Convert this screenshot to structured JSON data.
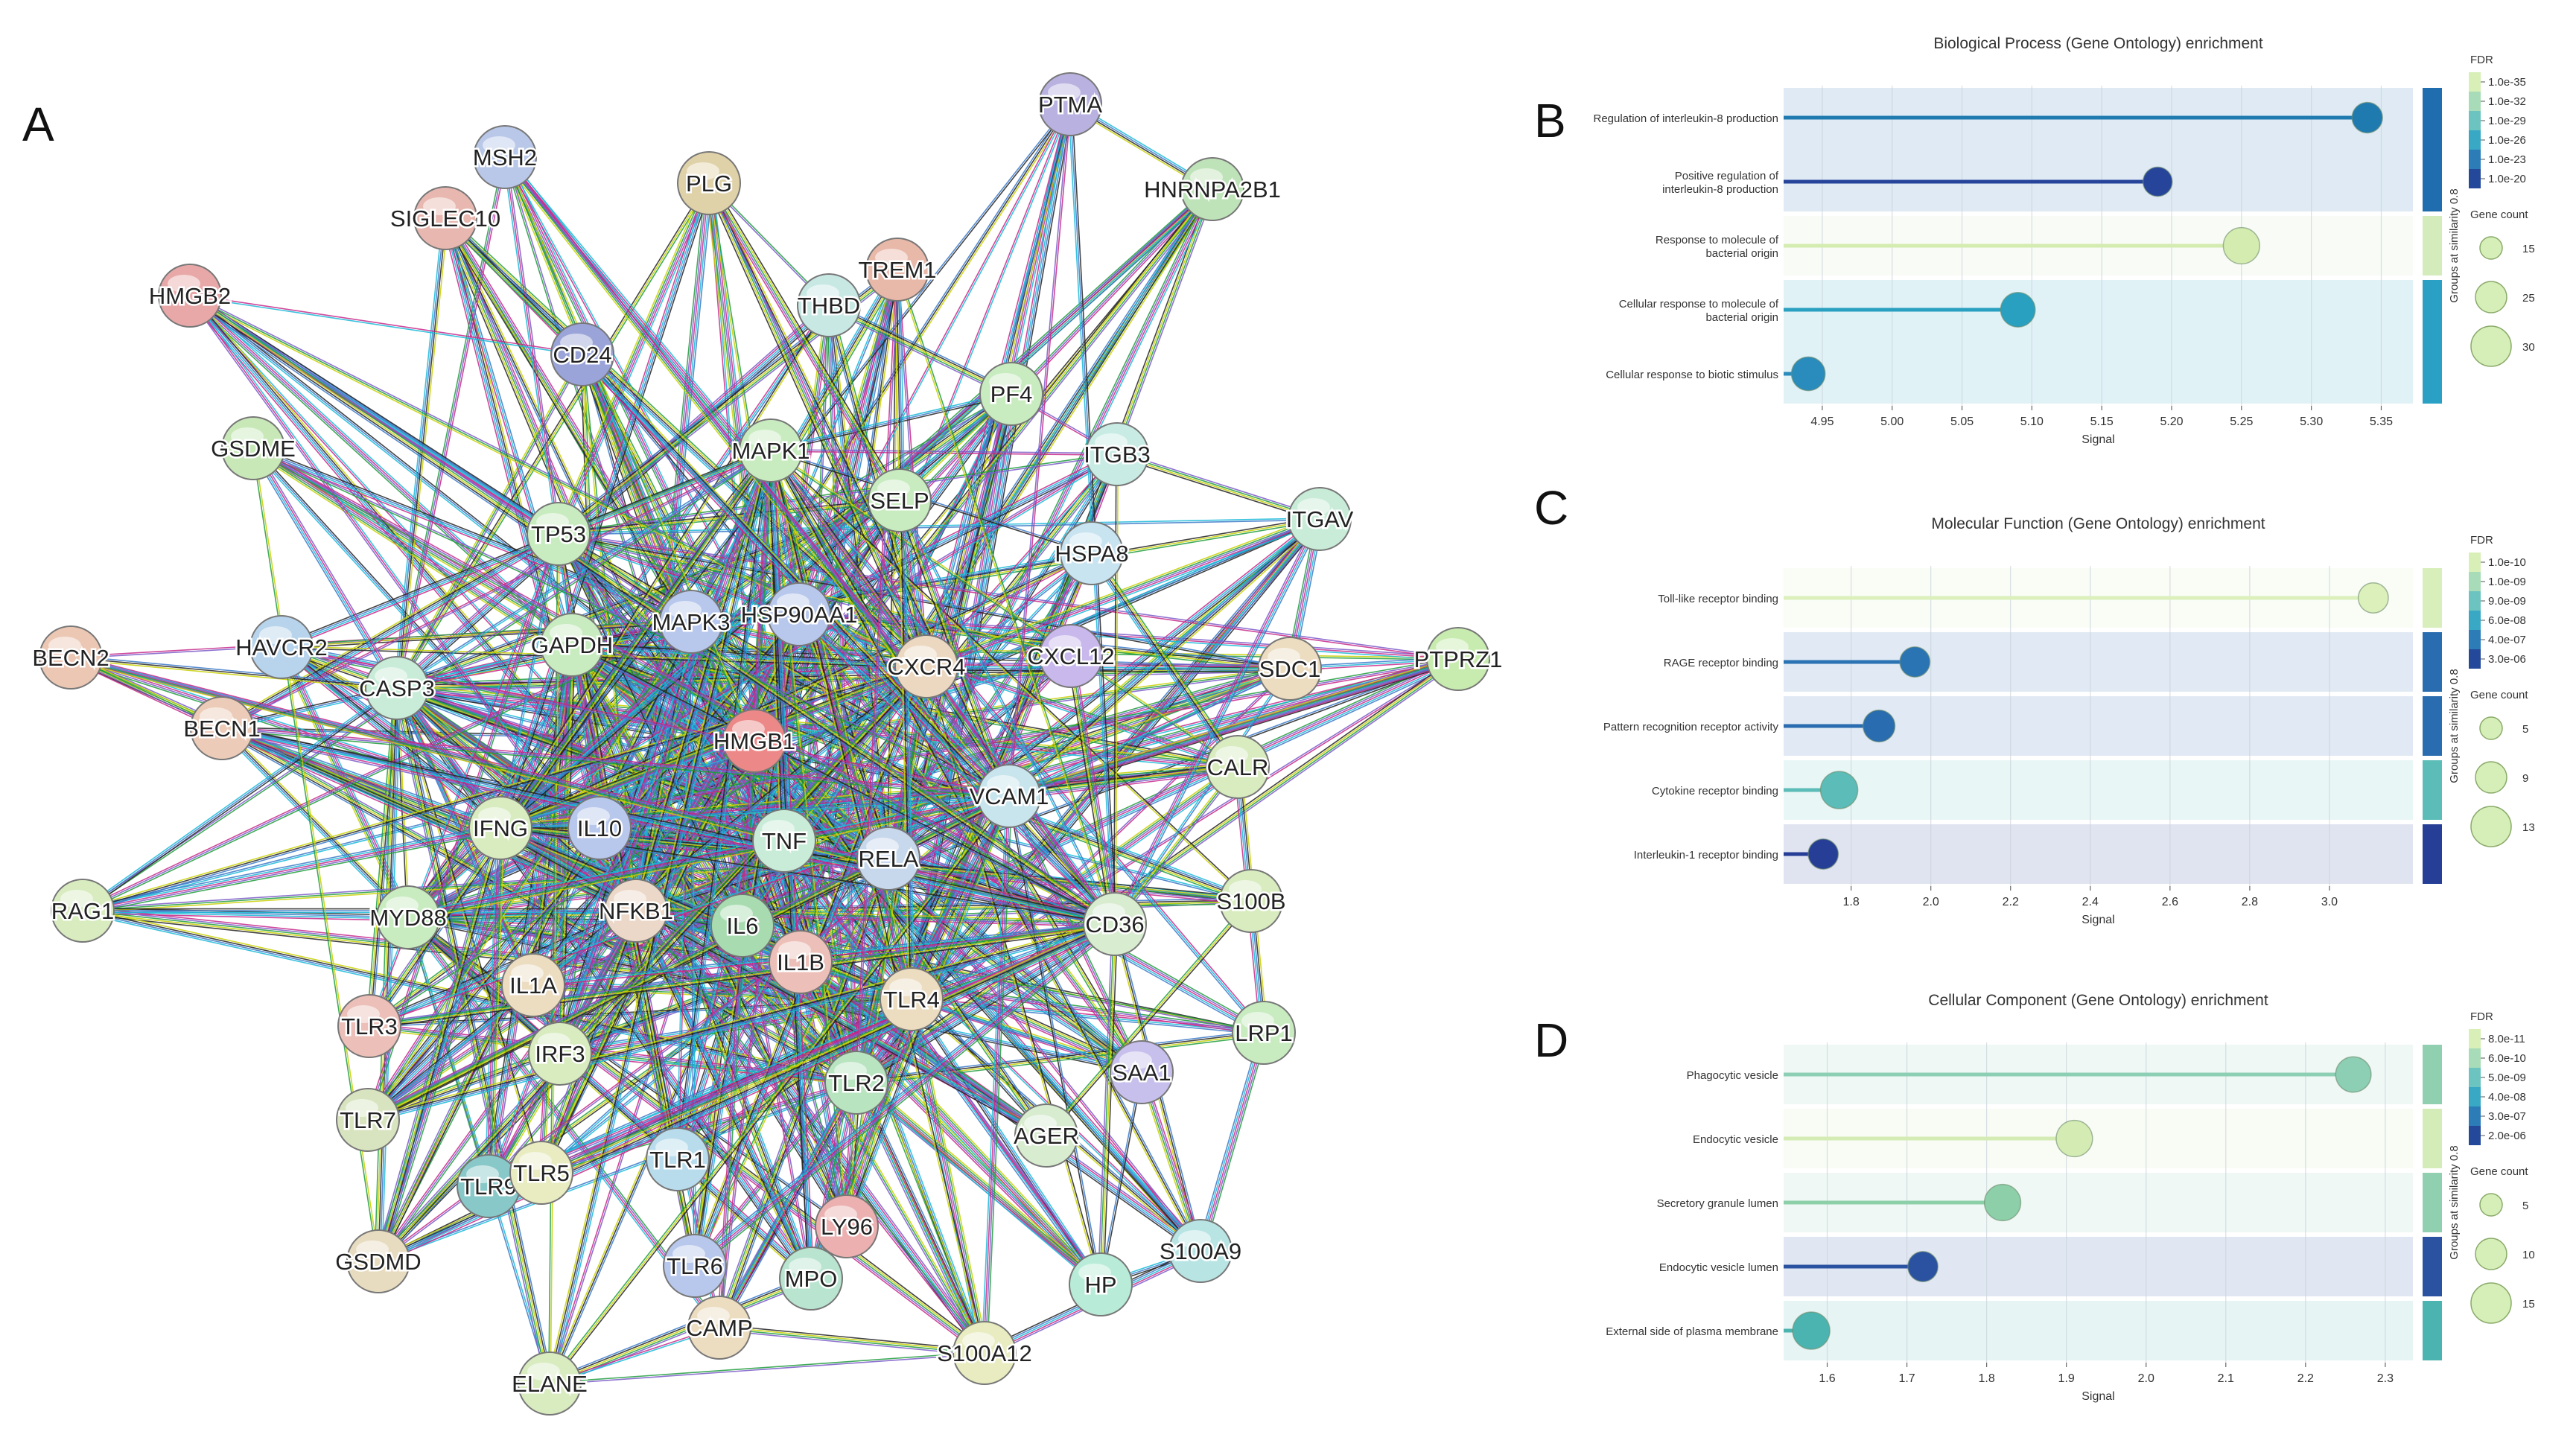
{
  "panel_letters": {
    "a": "A",
    "b": "B",
    "c": "C",
    "d": "D"
  },
  "network": {
    "nodes": [
      {
        "id": "PTMA",
        "color": "#b9b2e0"
      },
      {
        "id": "MSH2",
        "color": "#b9c8e8"
      },
      {
        "id": "PLG",
        "color": "#e0d2a8"
      },
      {
        "id": "SIGLEC10",
        "color": "#e8b8b0"
      },
      {
        "id": "HNRNPA2B1",
        "color": "#bfe3b8"
      },
      {
        "id": "TREM1",
        "color": "#e8b8a8"
      },
      {
        "id": "HMGB2",
        "color": "#e8a8a8"
      },
      {
        "id": "THBD",
        "color": "#c8e8e4"
      },
      {
        "id": "CD24",
        "color": "#9aa4d8"
      },
      {
        "id": "PF4",
        "color": "#c8ecc0"
      },
      {
        "id": "GSDME",
        "color": "#c8e8b8"
      },
      {
        "id": "MAPK1",
        "color": "#c8ecc0"
      },
      {
        "id": "ITGB3",
        "color": "#c8ece4"
      },
      {
        "id": "SELP",
        "color": "#c8ecc0"
      },
      {
        "id": "ITGAV",
        "color": "#c8ecd8"
      },
      {
        "id": "TP53",
        "color": "#c8ecc0"
      },
      {
        "id": "HSPA8",
        "color": "#c8e4f0"
      },
      {
        "id": "HAVCR2",
        "color": "#b8d4ec"
      },
      {
        "id": "BECN2",
        "color": "#ecc8b4"
      },
      {
        "id": "GAPDH",
        "color": "#c8ecc0"
      },
      {
        "id": "MAPK3",
        "color": "#b8c8ec"
      },
      {
        "id": "HSP90AA1",
        "color": "#b8c8ec"
      },
      {
        "id": "PTPRZ1",
        "color": "#c8ecb0"
      },
      {
        "id": "CXCR4",
        "color": "#ecd8c0"
      },
      {
        "id": "CXCL12",
        "color": "#c8b8ec"
      },
      {
        "id": "SDC1",
        "color": "#ecdcc0"
      },
      {
        "id": "CASP3",
        "color": "#c8ecd8"
      },
      {
        "id": "BECN1",
        "color": "#ecccb8"
      },
      {
        "id": "HMGB1",
        "color": "#ec8888"
      },
      {
        "id": "CALR",
        "color": "#d8ecc0"
      },
      {
        "id": "VCAM1",
        "color": "#c8e4ec"
      },
      {
        "id": "IFNG",
        "color": "#d8ecc0"
      },
      {
        "id": "IL10",
        "color": "#b8c8ec"
      },
      {
        "id": "TNF",
        "color": "#c8ecd8"
      },
      {
        "id": "RELA",
        "color": "#c8d8ec"
      },
      {
        "id": "RAG1",
        "color": "#d8ecc0"
      },
      {
        "id": "S100B",
        "color": "#d8ecc0"
      },
      {
        "id": "MYD88",
        "color": "#c8ecc0"
      },
      {
        "id": "NFKB1",
        "color": "#ecd8c8"
      },
      {
        "id": "IL6",
        "color": "#a8dcb0"
      },
      {
        "id": "CD36",
        "color": "#d8ecd0"
      },
      {
        "id": "IL1B",
        "color": "#ecc0b8"
      },
      {
        "id": "IL1A",
        "color": "#ecdcc0"
      },
      {
        "id": "TLR4",
        "color": "#ecdcc0"
      },
      {
        "id": "TLR3",
        "color": "#ecc0b8"
      },
      {
        "id": "LRP1",
        "color": "#c8ecc0"
      },
      {
        "id": "IRF3",
        "color": "#d8ecc0"
      },
      {
        "id": "SAA1",
        "color": "#c8c0ec"
      },
      {
        "id": "TLR2",
        "color": "#b8e4c0"
      },
      {
        "id": "TLR7",
        "color": "#d8e4c0"
      },
      {
        "id": "AGER",
        "color": "#d8ecd0"
      },
      {
        "id": "TLR1",
        "color": "#b8dcec"
      },
      {
        "id": "TLR9",
        "color": "#88c8c8"
      },
      {
        "id": "TLR5",
        "color": "#e8ecc0"
      },
      {
        "id": "LY96",
        "color": "#ecb0b0"
      },
      {
        "id": "S100A9",
        "color": "#b8e4e4"
      },
      {
        "id": "GSDMD",
        "color": "#e8dcc0"
      },
      {
        "id": "TLR6",
        "color": "#b8c8ec"
      },
      {
        "id": "MPO",
        "color": "#b8e4d0"
      },
      {
        "id": "HP",
        "color": "#b8ecd8"
      },
      {
        "id": "CAMP",
        "color": "#ecdcc0"
      },
      {
        "id": "S100A12",
        "color": "#e8ecc0"
      },
      {
        "id": "ELANE",
        "color": "#d8ecc0"
      }
    ],
    "edge_palette": [
      "#c7288a",
      "#1f9c3c",
      "#222222",
      "#18b8d8",
      "#7a59c8",
      "#c8d000",
      "#3878c8"
    ]
  },
  "chart_data": [
    {
      "type": "lollipop",
      "title": "Biological Process (Gene Ontology) enrichment",
      "xlabel": "Signal",
      "xlim": [
        4.925,
        5.37
      ],
      "xticks": [
        "4.95",
        "5.00",
        "5.05",
        "5.10",
        "5.15",
        "5.20",
        "5.25",
        "5.30",
        "5.35"
      ],
      "xtick_values": [
        4.95,
        5.0,
        5.05,
        5.1,
        5.15,
        5.2,
        5.25,
        5.3,
        5.35
      ],
      "group_axis_label": "Groups at similarity 0.8",
      "fdr_legend": {
        "title": "FDR",
        "labels": [
          "1.0e-35",
          "1.0e-32",
          "1.0e-29",
          "1.0e-26",
          "1.0e-23",
          "1.0e-20"
        ]
      },
      "size_legend": {
        "title": "Gene count",
        "labels": [
          "15",
          "25",
          "30"
        ]
      },
      "terms": [
        {
          "label": "Regulation of interleukin-8 production",
          "signal": 5.34,
          "color": "#1f7ab0",
          "size": 0.62,
          "group": 0
        },
        {
          "label": "Positive regulation of interleukin-8 production",
          "signal": 5.19,
          "color": "#26449a",
          "size": 0.55,
          "group": 0
        },
        {
          "label": "Response to molecule of bacterial origin",
          "signal": 5.25,
          "color": "#d4ecb0",
          "size": 0.95,
          "group": 1
        },
        {
          "label": "Cellular response to molecule of bacterial origin",
          "signal": 5.09,
          "color": "#2aa0c0",
          "size": 0.85,
          "group": 2
        },
        {
          "label": "Cellular response to biotic stimulus",
          "signal": 4.94,
          "color": "#2a8cbc",
          "size": 0.8,
          "group": 2
        }
      ],
      "groups": [
        {
          "color": "#1f6cae",
          "rows": [
            0,
            1
          ]
        },
        {
          "color": "#d4ecbc",
          "rows": [
            2,
            2
          ]
        },
        {
          "color": "#2aa0c4",
          "rows": [
            3,
            4
          ]
        }
      ],
      "fdr_colors": [
        "#d8efb8",
        "#a8dcb8",
        "#6cc4c0",
        "#38a8c4",
        "#2c7cb8",
        "#24489a"
      ]
    },
    {
      "type": "lollipop",
      "title": "Molecular Function (Gene Ontology) enrichment",
      "xlabel": "Signal",
      "xlim": [
        1.64,
        3.2
      ],
      "xticks": [
        "1.8",
        "2.0",
        "2.2",
        "2.4",
        "2.6",
        "2.8",
        "3.0"
      ],
      "xtick_values": [
        1.8,
        2.0,
        2.2,
        2.4,
        2.6,
        2.8,
        3.0
      ],
      "group_axis_label": "Groups at similarity 0.8",
      "fdr_legend": {
        "title": "FDR",
        "labels": [
          "1.0e-10",
          "1.0e-09",
          "9.0e-09",
          "6.0e-08",
          "4.0e-07",
          "3.0e-06"
        ]
      },
      "size_legend": {
        "title": "Gene count",
        "labels": [
          "5",
          "9",
          "13"
        ]
      },
      "terms": [
        {
          "label": "Toll-like receptor binding",
          "signal": 3.11,
          "color": "#dcf0bc",
          "size": 0.6,
          "group": 0
        },
        {
          "label": "RAGE receptor binding",
          "signal": 1.96,
          "color": "#2a74b4",
          "size": 0.6,
          "group": 1
        },
        {
          "label": "Pattern recognition receptor activity",
          "signal": 1.87,
          "color": "#2a6cb0",
          "size": 0.7,
          "group": 2
        },
        {
          "label": "Cytokine receptor binding",
          "signal": 1.77,
          "color": "#5cbcb8",
          "size": 1.0,
          "group": 3
        },
        {
          "label": "Interleukin-1 receptor binding",
          "signal": 1.73,
          "color": "#263e96",
          "size": 0.6,
          "group": 4
        }
      ],
      "groups": [
        {
          "color": "#d8efbc",
          "rows": [
            0,
            0
          ]
        },
        {
          "color": "#2a6cb0",
          "rows": [
            1,
            1
          ]
        },
        {
          "color": "#2a6cb0",
          "rows": [
            2,
            2
          ]
        },
        {
          "color": "#5cbcb8",
          "rows": [
            3,
            3
          ]
        },
        {
          "color": "#263e96",
          "rows": [
            4,
            4
          ]
        }
      ],
      "fdr_colors": [
        "#d8efb8",
        "#a8dcb8",
        "#6cc4c0",
        "#38a8c4",
        "#2c7cb8",
        "#24489a"
      ]
    },
    {
      "type": "lollipop",
      "title": "Cellular Component (Gene Ontology) enrichment",
      "xlabel": "Signal",
      "xlim": [
        1.55,
        2.33
      ],
      "xticks": [
        "1.6",
        "1.7",
        "1.8",
        "1.9",
        "2.0",
        "2.1",
        "2.2",
        "2.3"
      ],
      "xtick_values": [
        1.6,
        1.7,
        1.8,
        1.9,
        2.0,
        2.1,
        2.2,
        2.3
      ],
      "group_axis_label": "Groups at similarity 0.8",
      "fdr_legend": {
        "title": "FDR",
        "labels": [
          "8.0e-11",
          "6.0e-10",
          "5.0e-09",
          "4.0e-08",
          "3.0e-07",
          "2.0e-06"
        ]
      },
      "size_legend": {
        "title": "Gene count",
        "labels": [
          "5",
          "10",
          "15"
        ]
      },
      "terms": [
        {
          "label": "Phagocytic vesicle",
          "signal": 2.26,
          "color": "#8ccfb4",
          "size": 0.9,
          "group": 0
        },
        {
          "label": "Endocytic vesicle",
          "signal": 1.91,
          "color": "#d4ecb4",
          "size": 0.95,
          "group": 1
        },
        {
          "label": "Secretory granule lumen",
          "signal": 1.82,
          "color": "#8ccfa8",
          "size": 0.95,
          "group": 2
        },
        {
          "label": "Endocytic vesicle lumen",
          "signal": 1.72,
          "color": "#2a52a0",
          "size": 0.6,
          "group": 3
        },
        {
          "label": "External side of plasma membrane",
          "signal": 1.58,
          "color": "#4cb4b0",
          "size": 1.0,
          "group": 4
        }
      ],
      "groups": [
        {
          "color": "#90d0b0",
          "rows": [
            0,
            0
          ]
        },
        {
          "color": "#d4ecb8",
          "rows": [
            1,
            1
          ]
        },
        {
          "color": "#90d0b0",
          "rows": [
            2,
            2
          ]
        },
        {
          "color": "#2a52a0",
          "rows": [
            3,
            3
          ]
        },
        {
          "color": "#4cb4b0",
          "rows": [
            4,
            4
          ]
        }
      ],
      "fdr_colors": [
        "#d8efb8",
        "#a8dcb8",
        "#6cc4c0",
        "#38a8c4",
        "#2c7cb8",
        "#24489a"
      ]
    }
  ]
}
